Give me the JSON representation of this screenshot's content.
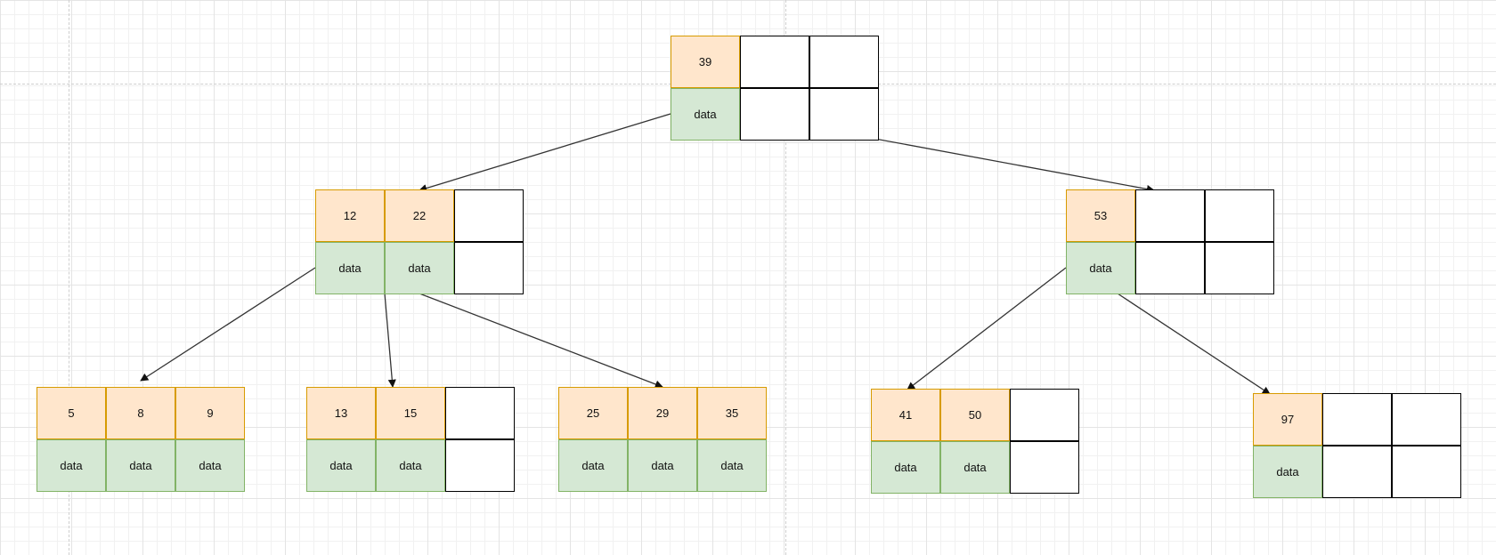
{
  "diagram": {
    "nodes": [
      {
        "id": "root",
        "keys": [
          "39"
        ]
      },
      {
        "id": "left-mid",
        "keys": [
          "12",
          "22"
        ]
      },
      {
        "id": "right-mid",
        "keys": [
          "53"
        ]
      },
      {
        "id": "leaf-1",
        "keys": [
          "5",
          "8",
          "9"
        ]
      },
      {
        "id": "leaf-2",
        "keys": [
          "13",
          "15"
        ]
      },
      {
        "id": "leaf-3",
        "keys": [
          "25",
          "29",
          "35"
        ]
      },
      {
        "id": "leaf-4",
        "keys": [
          "41",
          "50"
        ]
      },
      {
        "id": "leaf-5",
        "keys": [
          "97"
        ]
      }
    ],
    "value_label": "data",
    "edges": [
      {
        "from": "root",
        "to": "left-mid"
      },
      {
        "from": "root",
        "to": "right-mid"
      },
      {
        "from": "left-mid",
        "to": "leaf-1"
      },
      {
        "from": "left-mid",
        "to": "leaf-2"
      },
      {
        "from": "left-mid",
        "to": "leaf-3"
      },
      {
        "from": "right-mid",
        "to": "leaf-4"
      },
      {
        "from": "right-mid",
        "to": "leaf-5"
      }
    ]
  }
}
